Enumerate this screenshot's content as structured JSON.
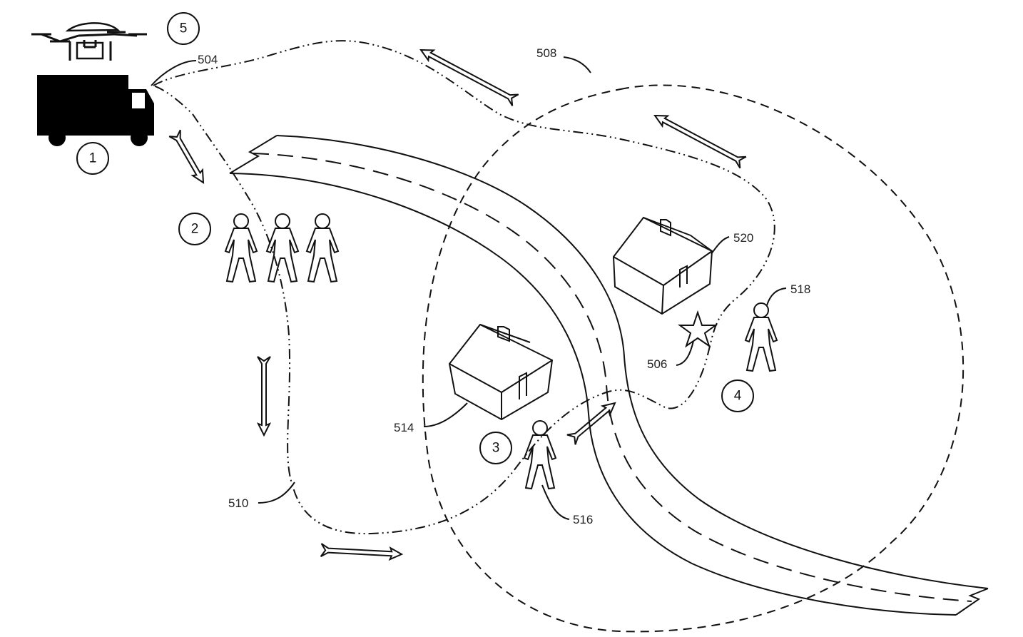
{
  "figure": {
    "reference_labels": {
      "r504": "504",
      "r506": "506",
      "r508": "508",
      "r510": "510",
      "r514": "514",
      "r516": "516",
      "r518": "518",
      "r520": "520"
    },
    "step_markers": {
      "s1": "1",
      "s2": "2",
      "s3": "3",
      "s4": "4",
      "s5": "5"
    },
    "icons": {
      "vehicle": "delivery-truck",
      "aircraft": "package-drone",
      "people": "person-figure",
      "buildings": "house",
      "target": "star"
    }
  }
}
